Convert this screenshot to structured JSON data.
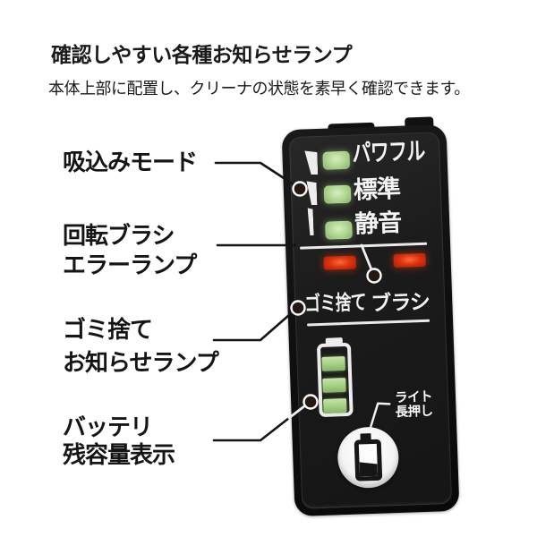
{
  "header": {
    "title": "確認しやすい各種お知らせランプ",
    "subtitle": "本体上部に配置し、クリーナの状態を素早く確認できます。"
  },
  "callouts": {
    "suction_mode": {
      "line1": "吸込みモード"
    },
    "brush_error": {
      "line1": "回転ブラシ",
      "line2": "エラーランプ"
    },
    "dust_notice": {
      "line1": "ゴミ捨て",
      "line2": "お知らせランプ"
    },
    "battery_level": {
      "line1": "バッテリ",
      "line2": "残容量表示"
    }
  },
  "panel": {
    "mode_lamps": {
      "powerful": "パワフル",
      "standard": "標準",
      "quiet": "静音"
    },
    "error_lamps": {
      "dust": "ゴミ捨て",
      "brush": "ブラシ"
    },
    "battery_gauge": {
      "bars": 3
    },
    "light_button": {
      "label_line1": "ライト",
      "label_line2": "長押し"
    }
  },
  "icons": {
    "suction_level": "suction-power-bars-icon",
    "battery_gauge": "battery-gauge-icon",
    "light_button": "battery-icon"
  },
  "colors": {
    "led_green": "#a9d489",
    "led_red": "#dd3410",
    "panel_face": "#1b1b1b",
    "panel_bezel": "#101010",
    "annotation_line": "#151515",
    "panel_print": "#f2f2f2",
    "background": "#ffffff"
  }
}
